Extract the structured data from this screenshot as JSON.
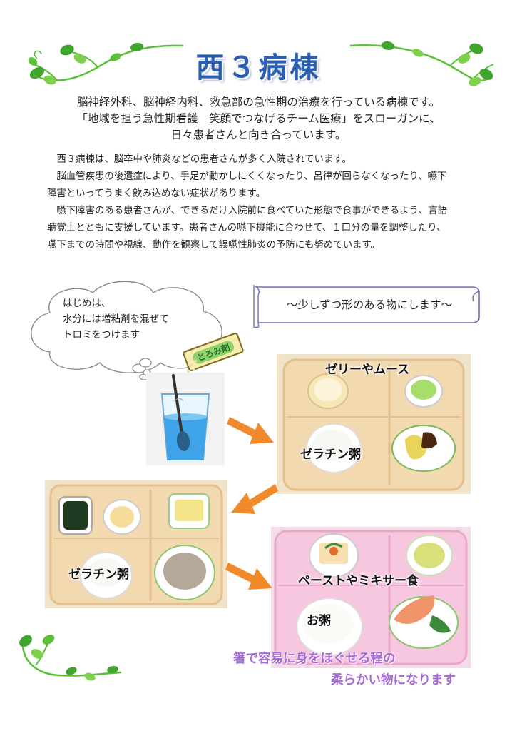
{
  "title": "西３病棟",
  "intro": [
    "脳神経外科、脳神経内科、救急部の急性期の治療を行っている病棟です。",
    "「地域を担う急性期看護　笑顔でつなげるチーム医療」をスローガンに、",
    "日々患者さんと向き合っています。"
  ],
  "body": [
    "　西３病棟は、脳卒中や肺炎などの患者さんが多く入院されています。",
    "　脳血管疾患の後遺症により、手足が動かしにくくなったり、呂律が回らなくなったり、嚥下",
    "障害といってうまく飲み込めない症状があります。",
    "　嚥下障害のある患者さんが、できるだけ入院前に食べていた形態で食事ができるよう、言語",
    "聴覚士とともに支援しています。患者さんの嚥下機能に合わせて、１口分の量を調整したり、",
    "嚥下までの時間や視線、動作を観察して誤嚥性肺炎の予防にも努めています。"
  ],
  "cloud": [
    "はじめは、",
    "水分には増粘剤を混ぜて",
    "トロミをつけます"
  ],
  "thickener_label": "とろみ剤",
  "banner": "～少しずつ形のある物にします～",
  "tray1": {
    "label_top": "ゼリーやムース",
    "label_bottom": "ゼラチン粥"
  },
  "tray2": {
    "label": "ゼラチン粥"
  },
  "tray3": {
    "label_top": "ペーストやミキサー食",
    "label_bottom": "お粥"
  },
  "caption": [
    "箸で容易に身をほぐせる程の",
    "柔らかい物になります"
  ],
  "colors": {
    "title": "#2a5fb2",
    "arrow": "#f08a2a",
    "caption": "#a46ad6",
    "vine": "#5cbf3a"
  }
}
